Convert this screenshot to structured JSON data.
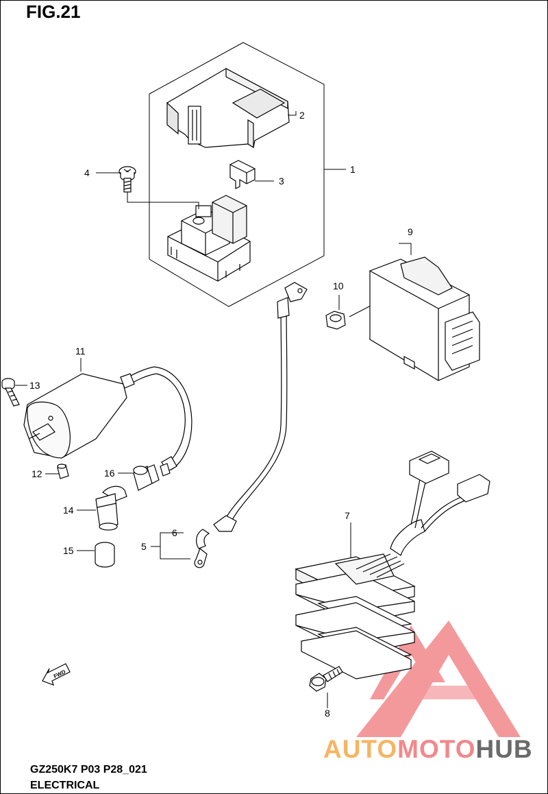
{
  "figure": {
    "title": "FIG.21"
  },
  "footer": {
    "model_code": "GZ250K7 P03 P28_021",
    "section": "ELECTRICAL"
  },
  "watermark": {
    "part1": "AUTO",
    "part2": "MOTO",
    "part3": "HUB",
    "colors": {
      "auto": "#f6b562",
      "moto": "#f2888b",
      "hub": "#6a6a6a"
    }
  },
  "direction_marker": "FWD",
  "callouts": {
    "n1": "1",
    "n2": "2",
    "n3": "3",
    "n4": "4",
    "n5": "5",
    "n6": "6",
    "n7": "7",
    "n8": "8",
    "n9": "9",
    "n10": "10",
    "n11": "11",
    "n12": "12",
    "n13": "13",
    "n14": "14",
    "n15": "15",
    "n16": "16"
  }
}
